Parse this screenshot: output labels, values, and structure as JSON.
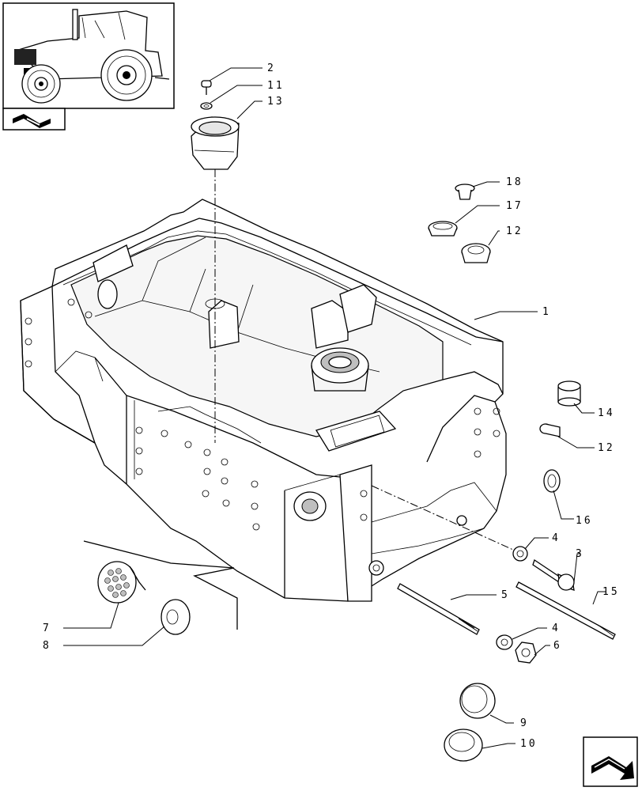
{
  "callouts": [
    "2",
    "11",
    "13",
    "18",
    "17",
    "12",
    "1",
    "14",
    "12",
    "16",
    "4",
    "3",
    "5",
    "15",
    "4",
    "6",
    "7",
    "8",
    "9",
    "10"
  ]
}
